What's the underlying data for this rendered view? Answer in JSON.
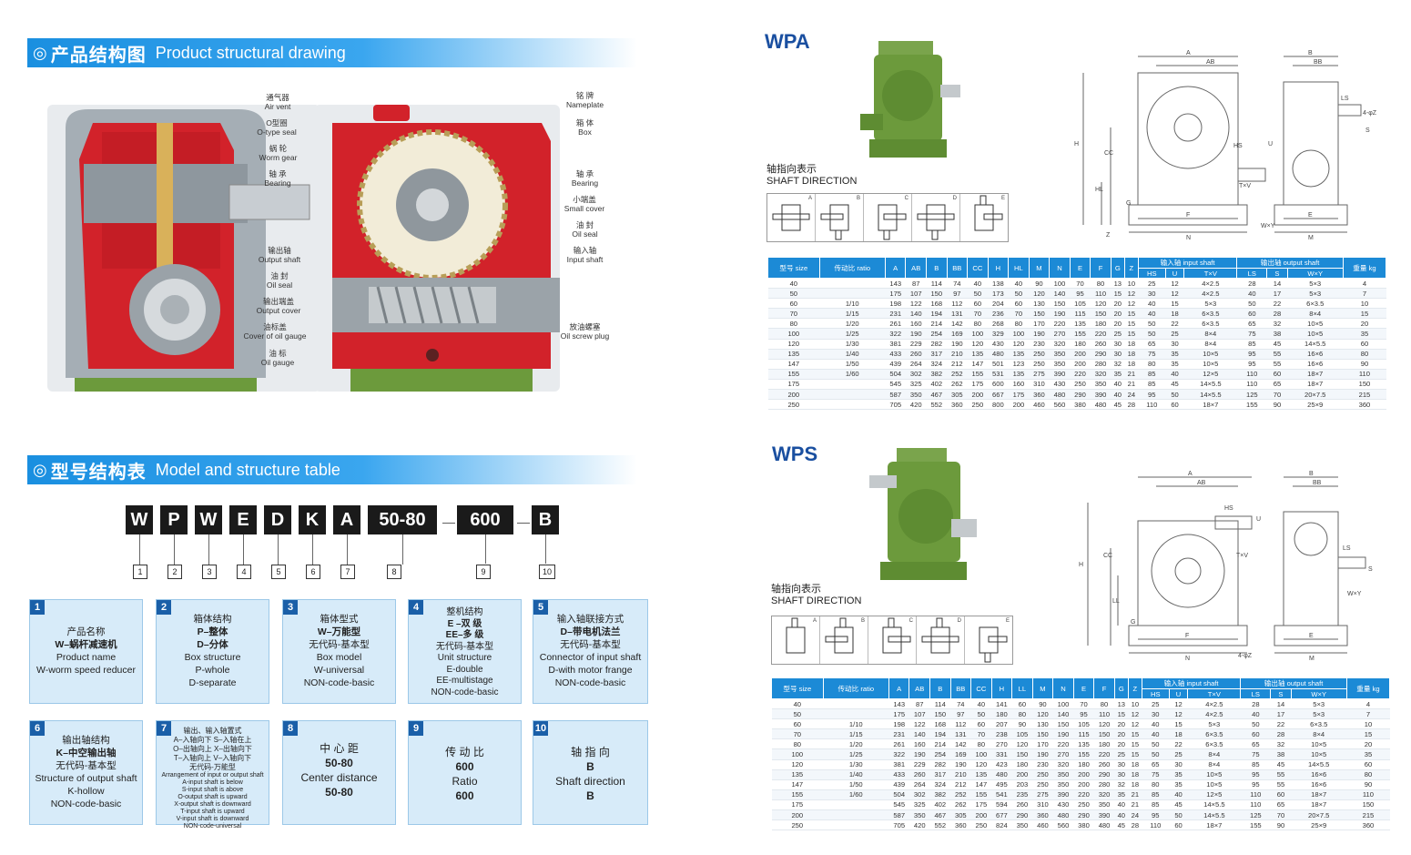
{
  "section1": {
    "zh": "产品结构图",
    "en": "Product structural drawing"
  },
  "section2": {
    "zh": "型号结构表",
    "en": "Model and structure table"
  },
  "drawing_left_labels": [
    {
      "zh": "通气器",
      "en": "Air vent"
    },
    {
      "zh": "O型圈",
      "en": "O-type seal"
    },
    {
      "zh": "蜗 轮",
      "en": "Worm gear"
    },
    {
      "zh": "轴 承",
      "en": "Bearing"
    },
    {
      "zh": "输出轴",
      "en": "Output shaft"
    },
    {
      "zh": "油 封",
      "en": "Oil seal"
    },
    {
      "zh": "输出端盖",
      "en": "Output cover"
    },
    {
      "zh": "油标盖",
      "en": "Cover of oil gauge"
    },
    {
      "zh": "油 标",
      "en": "Oil gauge"
    }
  ],
  "drawing_right_labels": [
    {
      "zh": "铭 牌",
      "en": "Nameplate"
    },
    {
      "zh": "箱 体",
      "en": "Box"
    },
    {
      "zh": "轴 承",
      "en": "Bearing"
    },
    {
      "zh": "小端盖",
      "en": "Small cover"
    },
    {
      "zh": "油 封",
      "en": "Oil seal"
    },
    {
      "zh": "输入轴",
      "en": "Input shaft"
    },
    {
      "zh": "放油螺塞",
      "en": "Oil screw plug"
    }
  ],
  "model_code": [
    "W",
    "P",
    "W",
    "E",
    "D",
    "K",
    "A",
    "50-80",
    "600",
    "B"
  ],
  "code_numbers": [
    "1",
    "2",
    "3",
    "4",
    "5",
    "6",
    "7",
    "8",
    "9",
    "10"
  ],
  "info_boxes": [
    {
      "n": "1",
      "lines": [
        "产品名称",
        "W–蜗杆减速机",
        "Product name",
        "W-worm speed reducer"
      ]
    },
    {
      "n": "2",
      "lines": [
        "箱体结构",
        "P–整体",
        "D–分体",
        "Box structure",
        "P-whole",
        "D-separate"
      ]
    },
    {
      "n": "3",
      "lines": [
        "箱体型式",
        "W–万能型",
        "无代码-基本型",
        "Box model",
        "W-universal",
        "NON-code-basic"
      ]
    },
    {
      "n": "4",
      "lines": [
        "整机结构",
        "E –双 级",
        "EE–多 级",
        "无代码-基本型",
        "Unit structure",
        "E-double",
        "EE-multistage",
        "NON-code-basic"
      ]
    },
    {
      "n": "5",
      "lines": [
        "输入轴联接方式",
        "D–带电机法兰",
        "无代码-基本型",
        "Connector of input shaft",
        "D-with motor frange",
        "NON-code-basic"
      ]
    },
    {
      "n": "6",
      "lines": [
        "输出轴结构",
        "K–中空输出轴",
        "无代码-基本型",
        "Structure of output shaft",
        "K-hollow",
        "NON-code-basic"
      ]
    },
    {
      "n": "7",
      "lines": [
        "输出、输入轴置式",
        "A–入轴向下  S–入轴在上",
        "O–出轴向上  X–出轴向下",
        "T–入轴向上  V–入轴向下",
        "无代码-万能型"
      ],
      "small": [
        "Arrangement of input or output shaft",
        "A-input shaft is below",
        "S-input shaft is above",
        "O-output shaft is upward",
        "X-output shaft is downward",
        "T-input shaft is upward",
        "V-input shaft is downward",
        "NON-code-universal"
      ]
    },
    {
      "n": "8",
      "lines": [
        "中 心 距",
        "50-80",
        "Center distance",
        "50-80"
      ]
    },
    {
      "n": "9",
      "lines": [
        "传 动 比",
        "600",
        "Ratio",
        "600"
      ]
    },
    {
      "n": "10",
      "lines": [
        "轴 指 向",
        "B",
        "Shaft direction",
        "B"
      ]
    }
  ],
  "wpa": {
    "title": "WPA",
    "shaft_zh": "轴指向表示",
    "shaft_en": "SHAFT DIRECTION",
    "dir_letters": [
      "A",
      "B",
      "C",
      "D",
      "E"
    ],
    "header_top": [
      "型号 size",
      "传动比 ratio",
      "A",
      "AB",
      "B",
      "BB",
      "CC",
      "H",
      "HL",
      "M",
      "N",
      "E",
      "F",
      "G",
      "Z",
      "输入轴 input shaft",
      "输出轴 output shaft",
      "重量 kg"
    ],
    "header_sub": [
      "HS",
      "U",
      "T×V",
      "LS",
      "S",
      "W×Y"
    ],
    "ratios": [
      "",
      "",
      "1/10",
      "1/15",
      "1/20",
      "1/25",
      "1/30",
      "1/40",
      "1/50",
      "1/60",
      "",
      "",
      ""
    ],
    "rows": [
      [
        "40",
        "143",
        "87",
        "114",
        "74",
        "40",
        "138",
        "40",
        "90",
        "100",
        "70",
        "80",
        "13",
        "10",
        "25",
        "12",
        "4×2.5",
        "28",
        "14",
        "5×3",
        "4"
      ],
      [
        "50",
        "175",
        "107",
        "150",
        "97",
        "50",
        "173",
        "50",
        "120",
        "140",
        "95",
        "110",
        "15",
        "12",
        "30",
        "12",
        "4×2.5",
        "40",
        "17",
        "5×3",
        "7"
      ],
      [
        "60",
        "198",
        "122",
        "168",
        "112",
        "60",
        "204",
        "60",
        "130",
        "150",
        "105",
        "120",
        "20",
        "12",
        "40",
        "15",
        "5×3",
        "50",
        "22",
        "6×3.5",
        "10"
      ],
      [
        "70",
        "231",
        "140",
        "194",
        "131",
        "70",
        "236",
        "70",
        "150",
        "190",
        "115",
        "150",
        "20",
        "15",
        "40",
        "18",
        "6×3.5",
        "60",
        "28",
        "8×4",
        "15"
      ],
      [
        "80",
        "261",
        "160",
        "214",
        "142",
        "80",
        "268",
        "80",
        "170",
        "220",
        "135",
        "180",
        "20",
        "15",
        "50",
        "22",
        "6×3.5",
        "65",
        "32",
        "10×5",
        "20"
      ],
      [
        "100",
        "322",
        "190",
        "254",
        "169",
        "100",
        "329",
        "100",
        "190",
        "270",
        "155",
        "220",
        "25",
        "15",
        "50",
        "25",
        "8×4",
        "75",
        "38",
        "10×5",
        "35"
      ],
      [
        "120",
        "381",
        "229",
        "282",
        "190",
        "120",
        "430",
        "120",
        "230",
        "320",
        "180",
        "260",
        "30",
        "18",
        "65",
        "30",
        "8×4",
        "85",
        "45",
        "14×5.5",
        "60"
      ],
      [
        "135",
        "433",
        "260",
        "317",
        "210",
        "135",
        "480",
        "135",
        "250",
        "350",
        "200",
        "290",
        "30",
        "18",
        "75",
        "35",
        "10×5",
        "95",
        "55",
        "16×6",
        "80"
      ],
      [
        "147",
        "439",
        "264",
        "324",
        "212",
        "147",
        "501",
        "123",
        "250",
        "350",
        "200",
        "280",
        "32",
        "18",
        "80",
        "35",
        "10×5",
        "95",
        "55",
        "16×6",
        "90"
      ],
      [
        "155",
        "504",
        "302",
        "382",
        "252",
        "155",
        "531",
        "135",
        "275",
        "390",
        "220",
        "320",
        "35",
        "21",
        "85",
        "40",
        "12×5",
        "110",
        "60",
        "18×7",
        "110"
      ],
      [
        "175",
        "545",
        "325",
        "402",
        "262",
        "175",
        "600",
        "160",
        "310",
        "430",
        "250",
        "350",
        "40",
        "21",
        "85",
        "45",
        "14×5.5",
        "110",
        "65",
        "18×7",
        "150"
      ],
      [
        "200",
        "587",
        "350",
        "467",
        "305",
        "200",
        "667",
        "175",
        "360",
        "480",
        "290",
        "390",
        "40",
        "24",
        "95",
        "50",
        "14×5.5",
        "125",
        "70",
        "20×7.5",
        "215"
      ],
      [
        "250",
        "705",
        "420",
        "552",
        "360",
        "250",
        "800",
        "200",
        "460",
        "560",
        "380",
        "480",
        "45",
        "28",
        "110",
        "60",
        "18×7",
        "155",
        "90",
        "25×9",
        "360"
      ]
    ]
  },
  "wps": {
    "title": "WPS",
    "shaft_zh": "轴指向表示",
    "shaft_en": "SHAFT DIRECTION",
    "dir_letters": [
      "A",
      "B",
      "C",
      "D",
      "E"
    ],
    "header_top": [
      "型号 size",
      "传动比 ratio",
      "A",
      "AB",
      "B",
      "BB",
      "CC",
      "H",
      "LL",
      "M",
      "N",
      "E",
      "F",
      "G",
      "Z",
      "输入轴 input shaft",
      "输出轴 output shaft",
      "重量 kg"
    ],
    "header_sub": [
      "HS",
      "U",
      "T×V",
      "LS",
      "S",
      "W×Y"
    ],
    "ratios": [
      "",
      "",
      "1/10",
      "1/15",
      "1/20",
      "1/25",
      "1/30",
      "1/40",
      "1/50",
      "1/60",
      "",
      "",
      ""
    ],
    "rows": [
      [
        "40",
        "143",
        "87",
        "114",
        "74",
        "40",
        "141",
        "60",
        "90",
        "100",
        "70",
        "80",
        "13",
        "10",
        "25",
        "12",
        "4×2.5",
        "28",
        "14",
        "5×3",
        "4"
      ],
      [
        "50",
        "175",
        "107",
        "150",
        "97",
        "50",
        "180",
        "80",
        "120",
        "140",
        "95",
        "110",
        "15",
        "12",
        "30",
        "12",
        "4×2.5",
        "40",
        "17",
        "5×3",
        "7"
      ],
      [
        "60",
        "198",
        "122",
        "168",
        "112",
        "60",
        "207",
        "90",
        "130",
        "150",
        "105",
        "120",
        "20",
        "12",
        "40",
        "15",
        "5×3",
        "50",
        "22",
        "6×3.5",
        "10"
      ],
      [
        "70",
        "231",
        "140",
        "194",
        "131",
        "70",
        "238",
        "105",
        "150",
        "190",
        "115",
        "150",
        "20",
        "15",
        "40",
        "18",
        "6×3.5",
        "60",
        "28",
        "8×4",
        "15"
      ],
      [
        "80",
        "261",
        "160",
        "214",
        "142",
        "80",
        "270",
        "120",
        "170",
        "220",
        "135",
        "180",
        "20",
        "15",
        "50",
        "22",
        "6×3.5",
        "65",
        "32",
        "10×5",
        "20"
      ],
      [
        "100",
        "322",
        "190",
        "254",
        "169",
        "100",
        "331",
        "150",
        "190",
        "270",
        "155",
        "220",
        "25",
        "15",
        "50",
        "25",
        "8×4",
        "75",
        "38",
        "10×5",
        "35"
      ],
      [
        "120",
        "381",
        "229",
        "282",
        "190",
        "120",
        "423",
        "180",
        "230",
        "320",
        "180",
        "260",
        "30",
        "18",
        "65",
        "30",
        "8×4",
        "85",
        "45",
        "14×5.5",
        "60"
      ],
      [
        "135",
        "433",
        "260",
        "317",
        "210",
        "135",
        "480",
        "200",
        "250",
        "350",
        "200",
        "290",
        "30",
        "18",
        "75",
        "35",
        "10×5",
        "95",
        "55",
        "16×6",
        "80"
      ],
      [
        "147",
        "439",
        "264",
        "324",
        "212",
        "147",
        "495",
        "203",
        "250",
        "350",
        "200",
        "280",
        "32",
        "18",
        "80",
        "35",
        "10×5",
        "95",
        "55",
        "16×6",
        "90"
      ],
      [
        "155",
        "504",
        "302",
        "382",
        "252",
        "155",
        "541",
        "235",
        "275",
        "390",
        "220",
        "320",
        "35",
        "21",
        "85",
        "40",
        "12×5",
        "110",
        "60",
        "18×7",
        "110"
      ],
      [
        "175",
        "545",
        "325",
        "402",
        "262",
        "175",
        "594",
        "260",
        "310",
        "430",
        "250",
        "350",
        "40",
        "21",
        "85",
        "45",
        "14×5.5",
        "110",
        "65",
        "18×7",
        "150"
      ],
      [
        "200",
        "587",
        "350",
        "467",
        "305",
        "200",
        "677",
        "290",
        "360",
        "480",
        "290",
        "390",
        "40",
        "24",
        "95",
        "50",
        "14×5.5",
        "125",
        "70",
        "20×7.5",
        "215"
      ],
      [
        "250",
        "705",
        "420",
        "552",
        "360",
        "250",
        "824",
        "350",
        "460",
        "560",
        "380",
        "480",
        "45",
        "28",
        "110",
        "60",
        "18×7",
        "155",
        "90",
        "25×9",
        "360"
      ]
    ]
  },
  "dim_labels_wpa": [
    "A",
    "AB",
    "B",
    "BB",
    "H",
    "CC",
    "HL",
    "HS",
    "LS",
    "Z",
    "G",
    "F",
    "N",
    "E",
    "M",
    "T×V",
    "W×Y",
    "4-φZ",
    "U",
    "S"
  ],
  "dim_labels_wps": [
    "A",
    "AB",
    "B",
    "BB",
    "H",
    "CC",
    "LL",
    "HS",
    "LS",
    "G",
    "F",
    "N",
    "E",
    "M",
    "T×V",
    "W×Y",
    "4-φZ",
    "U",
    "S"
  ],
  "colors": {
    "accent": "#1a8fe0",
    "table_header": "#1c8ad6",
    "title_blue": "#1a4fa0",
    "box_bg": "#d7ebf9",
    "gear_red": "#d2222a",
    "gear_green": "#6c9a3c",
    "brass": "#d9b15a"
  }
}
